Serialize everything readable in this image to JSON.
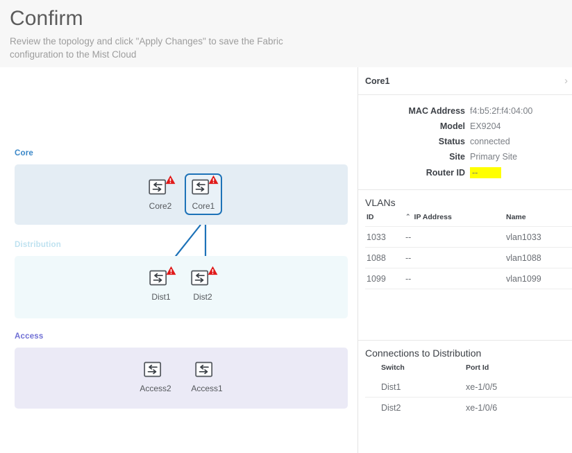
{
  "header": {
    "title": "Confirm",
    "subtitle": "Review the topology and click \"Apply Changes\" to save the Fabric configuration to the Mist Cloud"
  },
  "topology": {
    "tiers": [
      {
        "label": "Core",
        "nodes": [
          {
            "label": "Core2",
            "warning": true,
            "selected": false
          },
          {
            "label": "Core1",
            "warning": true,
            "selected": true
          }
        ]
      },
      {
        "label": "Distribution",
        "nodes": [
          {
            "label": "Dist1",
            "warning": true,
            "selected": false
          },
          {
            "label": "Dist2",
            "warning": true,
            "selected": false
          }
        ]
      },
      {
        "label": "Access",
        "nodes": [
          {
            "label": "Access2",
            "warning": false,
            "selected": false
          },
          {
            "label": "Access1",
            "warning": false,
            "selected": false
          }
        ]
      }
    ],
    "link_color": "#1d72b8",
    "selected_node": "Core1"
  },
  "panel": {
    "title": "Core1",
    "collapse_icon": "›",
    "details": [
      {
        "label": "MAC Address",
        "value": "f4:b5:2f:f4:04:00",
        "highlight": false
      },
      {
        "label": "Model",
        "value": "EX9204",
        "highlight": false
      },
      {
        "label": "Status",
        "value": "connected",
        "highlight": false
      },
      {
        "label": "Site",
        "value": "Primary Site",
        "highlight": false
      },
      {
        "label": "Router ID",
        "value": "--",
        "highlight": true
      }
    ],
    "vlans": {
      "title": "VLANs",
      "sort_caret": "⌃",
      "columns": [
        "ID",
        "IP Address",
        "Name"
      ],
      "rows": [
        [
          "1033",
          "--",
          "vlan1033"
        ],
        [
          "1088",
          "--",
          "vlan1088"
        ],
        [
          "1099",
          "--",
          "vlan1099"
        ]
      ]
    },
    "connections": {
      "title": "Connections to Distribution",
      "columns": [
        "Switch",
        "Port Id"
      ],
      "rows": [
        [
          "Dist1",
          "xe-1/0/5"
        ],
        [
          "Dist2",
          "xe-1/0/6"
        ]
      ]
    }
  },
  "colors": {
    "highlight": "#ffff00",
    "accent_blue": "#1d72b8",
    "warning_red": "#e01a1a"
  }
}
